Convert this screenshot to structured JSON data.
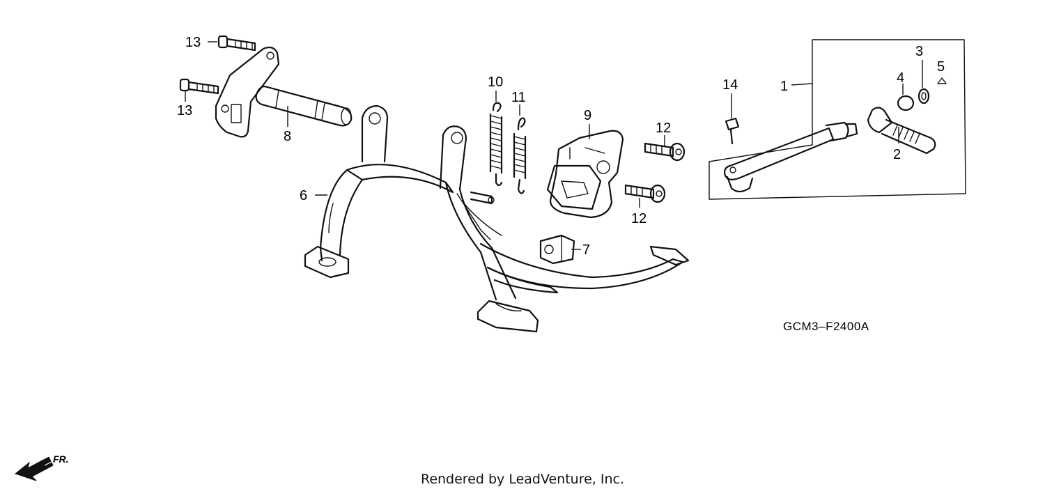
{
  "diagram": {
    "callouts": {
      "c1": "1",
      "c2": "2",
      "c3": "3",
      "c4": "4",
      "c5": "5",
      "c6": "6",
      "c7": "7",
      "c8": "8",
      "c9": "9",
      "c10": "10",
      "c11": "11",
      "c12a": "12",
      "c12b": "12",
      "c13a": "13",
      "c13b": "13",
      "c14": "14"
    },
    "drawing_code": "GCM3–F2400A",
    "direction_label": "FR."
  },
  "footer": {
    "credit": "Rendered by LeadVenture, Inc."
  }
}
